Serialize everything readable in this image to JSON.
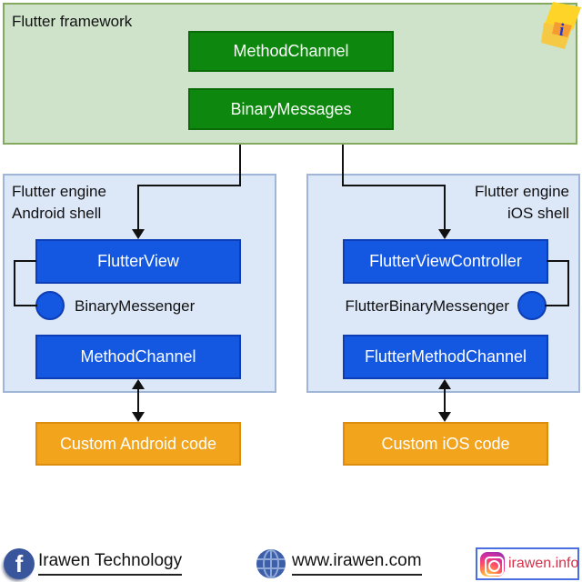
{
  "colors": {
    "framework_bg": "#cfe3cb",
    "framework_border": "#84aa5f",
    "green_box": "#0d870d",
    "engine_bg": "#dce7f8",
    "engine_border": "#9fb6d6",
    "blue_box": "#1457e0",
    "orange_box": "#f2a41d",
    "connector_line": "#111111",
    "instagram_text": "#d6304a",
    "instagram_badge_border": "#4a6fe0",
    "facebook_icon_bg": "#39569c",
    "logo_yellow": "#ffd429",
    "logo_orange": "#f59b31"
  },
  "framework": {
    "title": "Flutter framework",
    "method_channel": "MethodChannel",
    "binary_messages": "BinaryMessages"
  },
  "logo": {
    "letter": "i"
  },
  "android": {
    "title_line1": "Flutter engine",
    "title_line2": "Android shell",
    "view": "FlutterView",
    "messenger": "BinaryMessenger",
    "channel": "MethodChannel",
    "custom": "Custom Android code"
  },
  "ios": {
    "title_line1": "Flutter engine",
    "title_line2": "iOS shell",
    "view": "FlutterViewController",
    "messenger": "FlutterBinaryMessenger",
    "channel": "FlutterMethodChannel",
    "custom": "Custom iOS code"
  },
  "footer": {
    "facebook_letter": "f",
    "facebook_label": "Irawen Technology",
    "website_label": "www.irawen.com",
    "instagram_label": "irawen.info"
  }
}
